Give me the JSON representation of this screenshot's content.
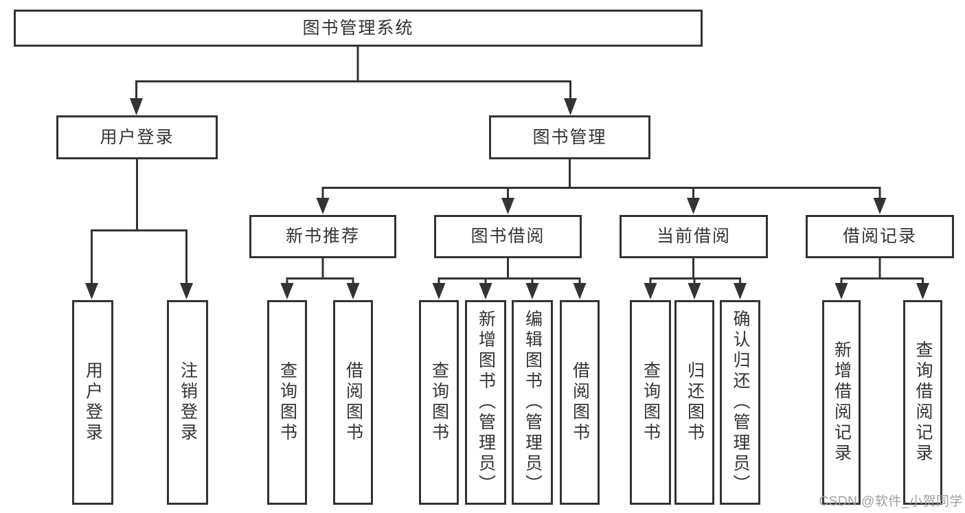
{
  "diagram": {
    "root": {
      "label": "图书管理系统"
    },
    "level2": [
      {
        "label": "用户登录"
      },
      {
        "label": "图书管理"
      }
    ],
    "level3": [
      {
        "label": "新书推荐"
      },
      {
        "label": "图书借阅"
      },
      {
        "label": "当前借阅"
      },
      {
        "label": "借阅记录"
      }
    ],
    "leaves": {
      "user_login": [
        "用户登录",
        "注销登录"
      ],
      "new_book": [
        "查询图书",
        "借阅图书"
      ],
      "book_borrow": [
        "查询图书",
        "新增图书（管理员）",
        "编辑图书（管理员）",
        "借阅图书"
      ],
      "current_borrow": [
        "查询图书",
        "归还图书",
        "确认归还（管理员）"
      ],
      "borrow_records": [
        "新增借阅记录",
        "查询借阅记录"
      ]
    },
    "watermark": {
      "text": "CSDN @软件_小贺同学"
    }
  },
  "colors": {
    "line": "#333333",
    "text": "#333333",
    "box_background": "#ffffff",
    "page_background": "#ffffff",
    "watermark": "#9e9e9e"
  }
}
